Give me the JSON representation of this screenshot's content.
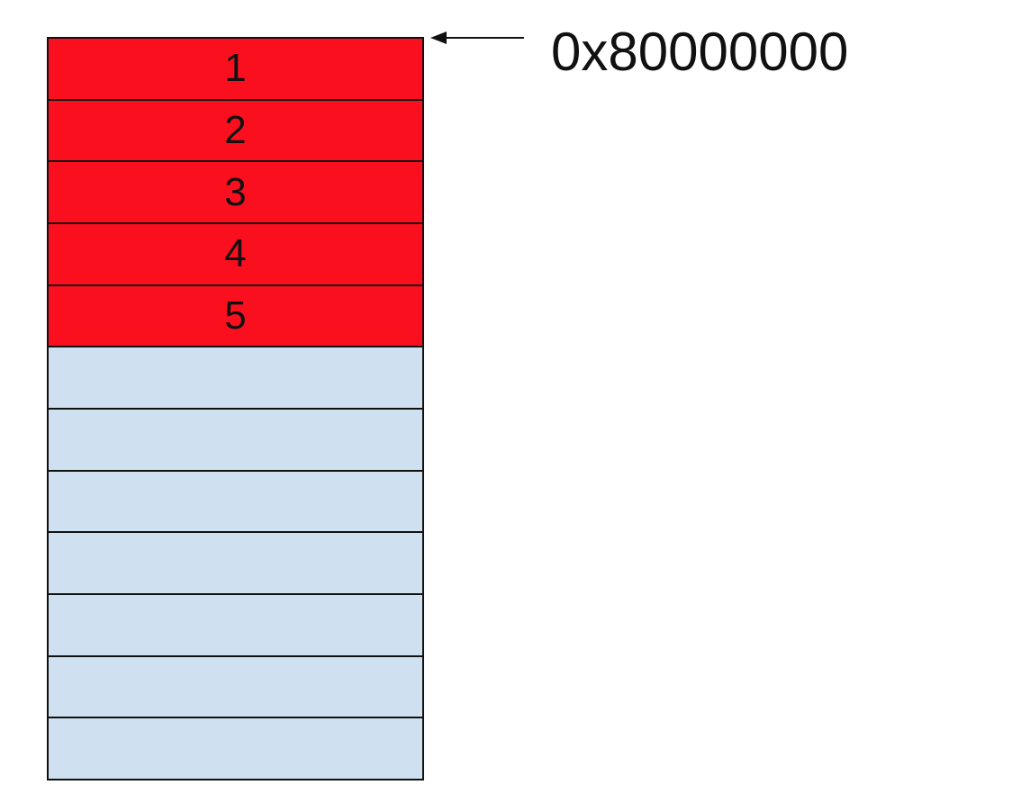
{
  "address_label": "0x80000000",
  "colors": {
    "filled": "#fa0f1e",
    "empty": "#cfe0f0",
    "stroke": "#111111"
  },
  "slots": [
    {
      "label": "1",
      "state": "filled"
    },
    {
      "label": "2",
      "state": "filled"
    },
    {
      "label": "3",
      "state": "filled"
    },
    {
      "label": "4",
      "state": "filled"
    },
    {
      "label": "5",
      "state": "filled"
    },
    {
      "label": "",
      "state": "empty"
    },
    {
      "label": "",
      "state": "empty"
    },
    {
      "label": "",
      "state": "empty"
    },
    {
      "label": "",
      "state": "empty"
    },
    {
      "label": "",
      "state": "empty"
    },
    {
      "label": "",
      "state": "empty"
    },
    {
      "label": "",
      "state": "empty"
    }
  ]
}
